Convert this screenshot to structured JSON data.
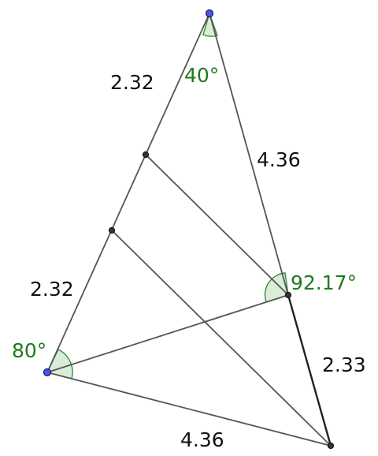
{
  "colors": {
    "angle_text": "#1e7a1e",
    "free_point": "#4a55e8",
    "dependent_point": "#333333"
  },
  "segment_labels": {
    "top_left": "2.32",
    "top_right": "4.36",
    "bottom_left": "2.32",
    "bottom": "4.36",
    "lower_right": "2.33"
  },
  "angle_labels": {
    "apex": "40°",
    "base_left": "80°",
    "intersection": "92.17°"
  }
}
